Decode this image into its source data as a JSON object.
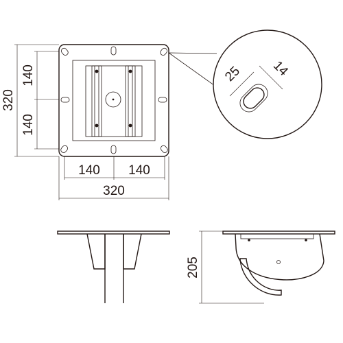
{
  "top_view": {
    "overall_width": "320",
    "width_left": "140",
    "width_right": "140",
    "overall_height": "320",
    "height_upper": "140",
    "height_lower": "140"
  },
  "slot_detail": {
    "slot_length": "25",
    "slot_width": "14"
  },
  "side_view": {
    "height": "205"
  },
  "colors": {
    "ink": "#231815",
    "background": "#ffffff"
  }
}
